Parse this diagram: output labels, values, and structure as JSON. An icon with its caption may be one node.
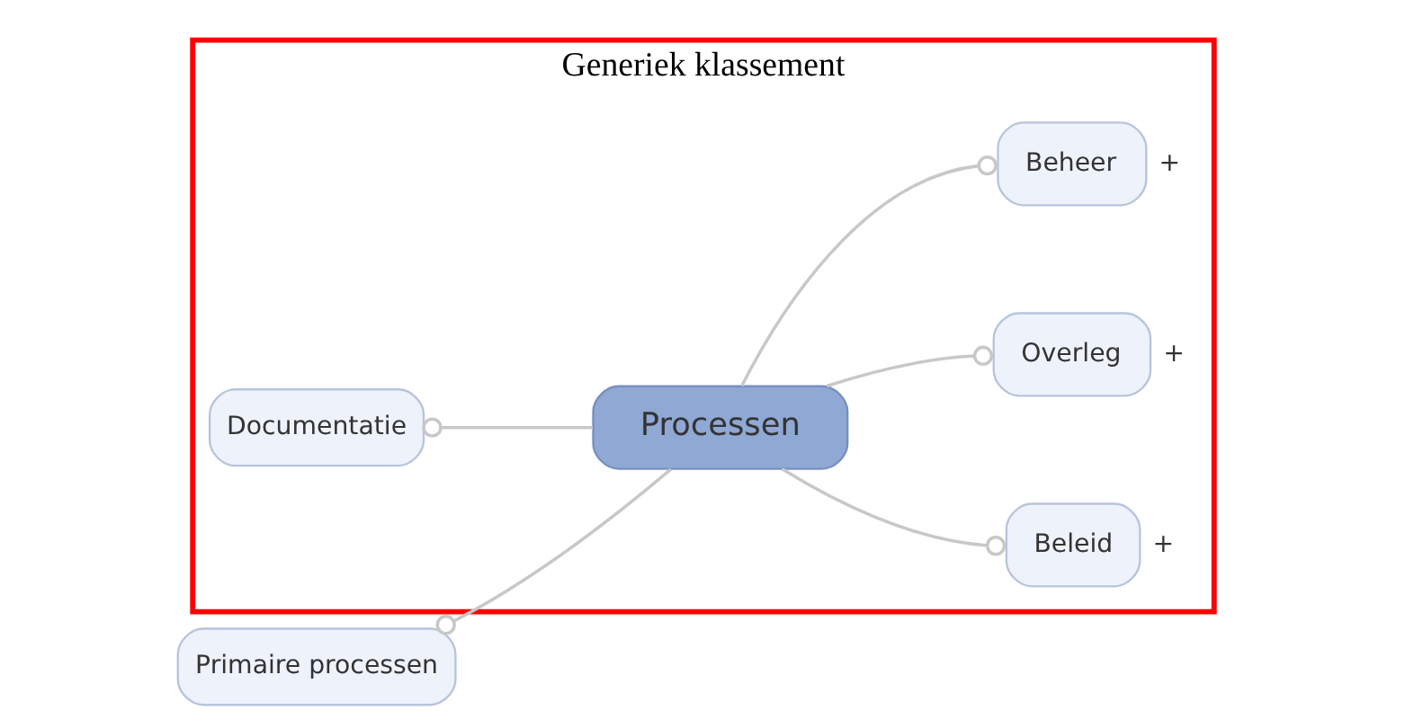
{
  "diagram": {
    "nodes": [
      {
        "text": [
          "Generiek klassement"
        ]
      },
      {
        "text": [
          "Documentatie"
        ],
        "in": 0
      },
      {
        "text": [
          "Processen"
        ],
        "in": 0
      },
      {
        "text": [
          "Beleid"
        ],
        "in": 0,
        "beside": [
          "+"
        ]
      },
      {
        "text": [
          "Overleg"
        ],
        "in": 0,
        "beside": [
          "+"
        ]
      },
      {
        "text": [
          "Beheer"
        ],
        "in": 0,
        "beside": [
          "+"
        ]
      },
      {
        "text": [
          "Primaire processen"
        ]
      }
    ],
    "edges": [
      {
        "from": 2,
        "to": 1,
        "arrow": "other"
      },
      {
        "from": 2,
        "to": 3,
        "arrow": "other"
      },
      {
        "from": 2,
        "to": 4,
        "arrow": "other"
      },
      {
        "from": 2,
        "to": 5,
        "arrow": "other"
      },
      {
        "from": 2,
        "to": 6,
        "arrow": "other"
      }
    ]
  }
}
